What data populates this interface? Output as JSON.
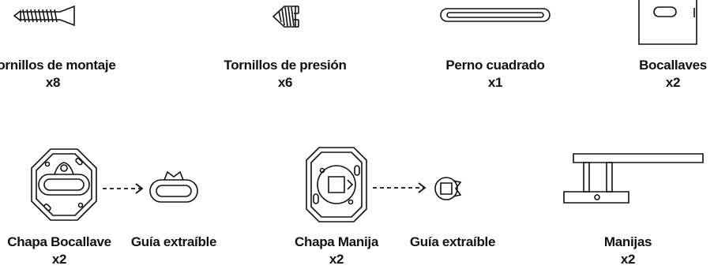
{
  "parts": [
    {
      "name": "Tornillos de montaje",
      "qty": "x8"
    },
    {
      "name": "Tornillos de presión",
      "qty": "x6"
    },
    {
      "name": "Perno cuadrado",
      "qty": "x1"
    },
    {
      "name": "Bocallaves",
      "qty": "x2"
    },
    {
      "name": "Chapa Bocallave",
      "qty": "x2"
    },
    {
      "name": "Guía extraíble"
    },
    {
      "name": "Chapa Manija",
      "qty": "x2"
    },
    {
      "name": "Guía extraíble"
    },
    {
      "name": "Manijas",
      "qty": "x2"
    }
  ]
}
